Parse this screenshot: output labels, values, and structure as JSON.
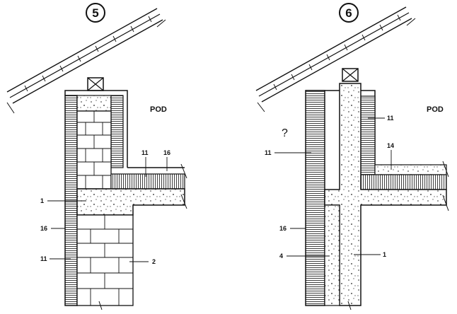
{
  "details": [
    {
      "number": "5",
      "room_label": "POD",
      "labels": {
        "l11a": "11",
        "l16a": "16",
        "l1": "1",
        "l16b": "16",
        "l11b": "11",
        "l2": "2"
      }
    },
    {
      "number": "6",
      "room_label": "POD",
      "question_mark": "?",
      "labels": {
        "l11a": "11",
        "l14": "14",
        "l11b": "11",
        "l16": "16",
        "l4": "4",
        "l1": "1"
      }
    }
  ]
}
